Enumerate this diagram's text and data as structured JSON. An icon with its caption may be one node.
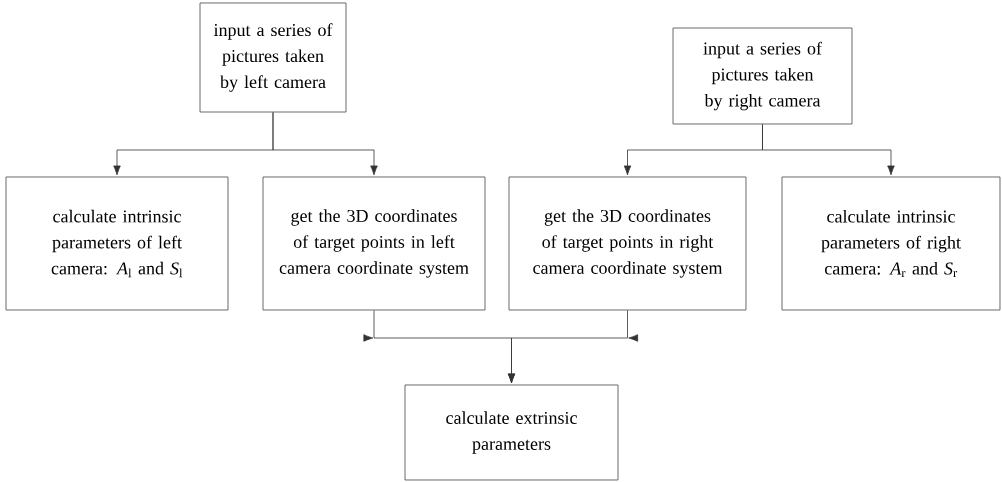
{
  "diagram": {
    "nodes": [
      {
        "text": [
          "input a series of pictures taken by left camera"
        ]
      },
      {
        "text": [
          "input a series of pictures taken by right camera"
        ]
      },
      {
        "text": [
          "calculate intrinsic parameters of left camera: *A*$_{l}$ and *S*$_{l}$"
        ]
      },
      {
        "text": [
          "get the 3D coordinates of target points in left camera coordinate system"
        ]
      },
      {
        "text": [
          "get the 3D coordinates of target points in right camera coordinate system"
        ]
      },
      {
        "text": [
          "calculate intrinsic parameters of right camera: *A*$_{r}$ and *S*$_{r}$"
        ]
      },
      {
        "text": [
          "calculate extrinsic parameters"
        ]
      }
    ],
    "edges": [
      {
        "from": 0,
        "to": 2,
        "arrow": "to"
      },
      {
        "from": 0,
        "to": 3,
        "arrow": "to"
      },
      {
        "from": 1,
        "to": 4,
        "arrow": "to"
      },
      {
        "from": 1,
        "to": 5,
        "arrow": "to"
      },
      {
        "from": 3,
        "to": 6,
        "arrow": "to"
      },
      {
        "from": 4,
        "to": 6,
        "arrow": "to"
      }
    ]
  }
}
